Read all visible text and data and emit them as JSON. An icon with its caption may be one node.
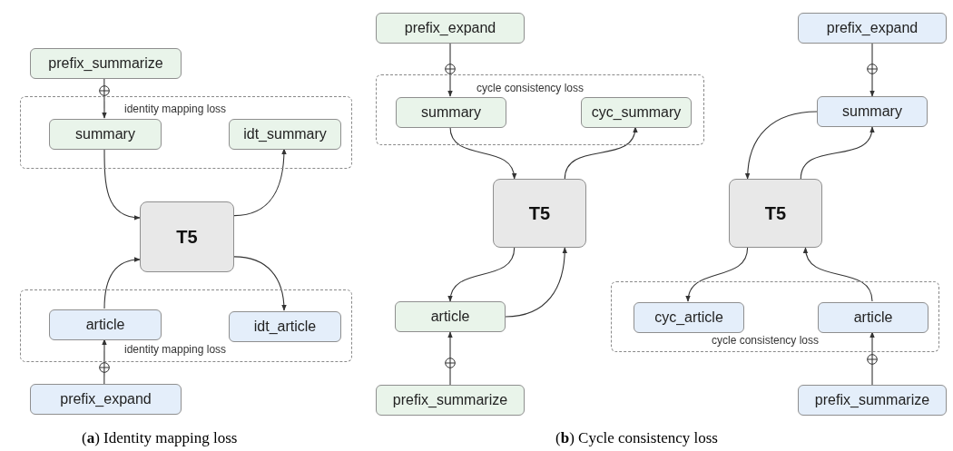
{
  "diagram": {
    "nodes": [
      {
        "text": [
          "prefix_summarize"
        ]
      },
      {
        "text": [
          "identity mapping loss"
        ]
      },
      {
        "text": [
          "summary"
        ],
        "in": 1
      },
      {
        "text": [
          "idt_summary"
        ],
        "in": 1
      },
      {
        "text": [
          "T5"
        ]
      },
      {
        "text": [
          "identity mapping loss"
        ]
      },
      {
        "text": [
          "article"
        ],
        "in": 5
      },
      {
        "text": [
          "idt_article"
        ],
        "in": 5
      },
      {
        "text": [
          "prefix_expand"
        ]
      },
      {
        "text": [
          "prefix_expand"
        ]
      },
      {
        "text": [
          "cycle consistency loss"
        ]
      },
      {
        "text": [
          "summary"
        ],
        "in": 10
      },
      {
        "text": [
          "cyc_summary"
        ],
        "in": 10
      },
      {
        "text": [
          "T5"
        ]
      },
      {
        "text": [
          "article"
        ]
      },
      {
        "text": [
          "prefix_summarize"
        ]
      },
      {
        "text": [
          "prefix_expand"
        ]
      },
      {
        "text": [
          "summary"
        ]
      },
      {
        "text": [
          "T5"
        ]
      },
      {
        "text": [
          "cycle consistency loss"
        ]
      },
      {
        "text": [
          "cyc_article"
        ],
        "in": 19
      },
      {
        "text": [
          "article"
        ],
        "in": 19
      },
      {
        "text": [
          "prefix_summarize"
        ]
      }
    ],
    "edges": [
      {
        "from": 0,
        "to": 2,
        "arrow": "to"
      },
      {
        "from": 2,
        "to": 4,
        "arrow": "to"
      },
      {
        "from": 4,
        "to": 3,
        "arrow": "to"
      },
      {
        "from": 6,
        "to": 4,
        "arrow": "to"
      },
      {
        "from": 4,
        "to": 7,
        "arrow": "to"
      },
      {
        "from": 8,
        "to": 6,
        "arrow": "to"
      },
      {
        "from": 9,
        "to": 11,
        "arrow": "to"
      },
      {
        "from": 11,
        "to": 13,
        "arrow": "to"
      },
      {
        "from": 13,
        "to": 12,
        "arrow": "to"
      },
      {
        "from": 13,
        "to": 14,
        "arrow": "to"
      },
      {
        "from": 14,
        "to": 13,
        "arrow": "to"
      },
      {
        "from": 15,
        "to": 14,
        "arrow": "to"
      },
      {
        "from": 16,
        "to": 17,
        "arrow": "to"
      },
      {
        "from": 17,
        "to": 18,
        "arrow": "to"
      },
      {
        "from": 18,
        "to": 17,
        "arrow": "to"
      },
      {
        "from": 18,
        "to": 20,
        "arrow": "to"
      },
      {
        "from": 21,
        "to": 18,
        "arrow": "to"
      },
      {
        "from": 22,
        "to": 21,
        "arrow": "to"
      }
    ],
    "labels": [
      "(**a**) Identity mapping loss",
      "(**b**) Cycle consistency loss"
    ]
  }
}
